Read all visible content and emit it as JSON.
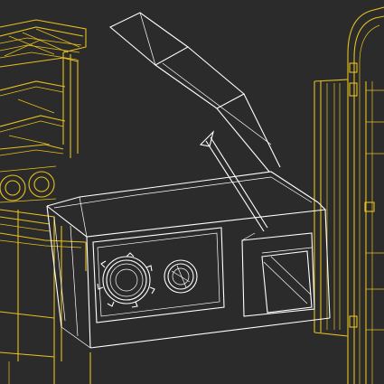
{
  "scene": {
    "background_color": "#2b2b2b",
    "primary_wireframe_color": "#ffffff",
    "secondary_wireframe_color": "#e8c11c"
  },
  "objects": [
    {
      "name": "glovebox",
      "color": "#ffffff"
    },
    {
      "name": "shelf-cabinet",
      "color": "#e8c11c"
    },
    {
      "name": "tall-cabinet",
      "color": "#e8c11c"
    }
  ]
}
